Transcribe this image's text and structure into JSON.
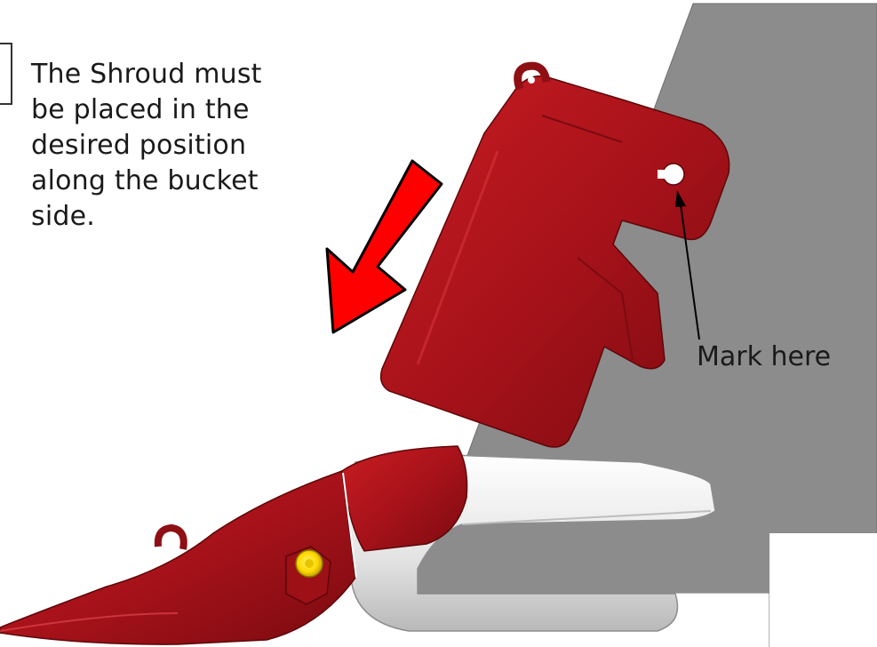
{
  "instruction": {
    "lines": [
      "The Shroud must",
      "be placed in the",
      "desired position",
      "along the bucket",
      "side."
    ]
  },
  "callout": {
    "label": "Mark here"
  },
  "icons": {
    "arrow": "direction-arrow-icon",
    "shroud": "shroud-part-icon",
    "tooth": "tooth-adapter-icon"
  },
  "colors": {
    "bucket": "#8c8c8c",
    "shroud_red": "#b0141a",
    "arrow_red": "#ff0000",
    "adapter_white": "#e9e9e9",
    "pin_yellow": "#ffd800"
  }
}
